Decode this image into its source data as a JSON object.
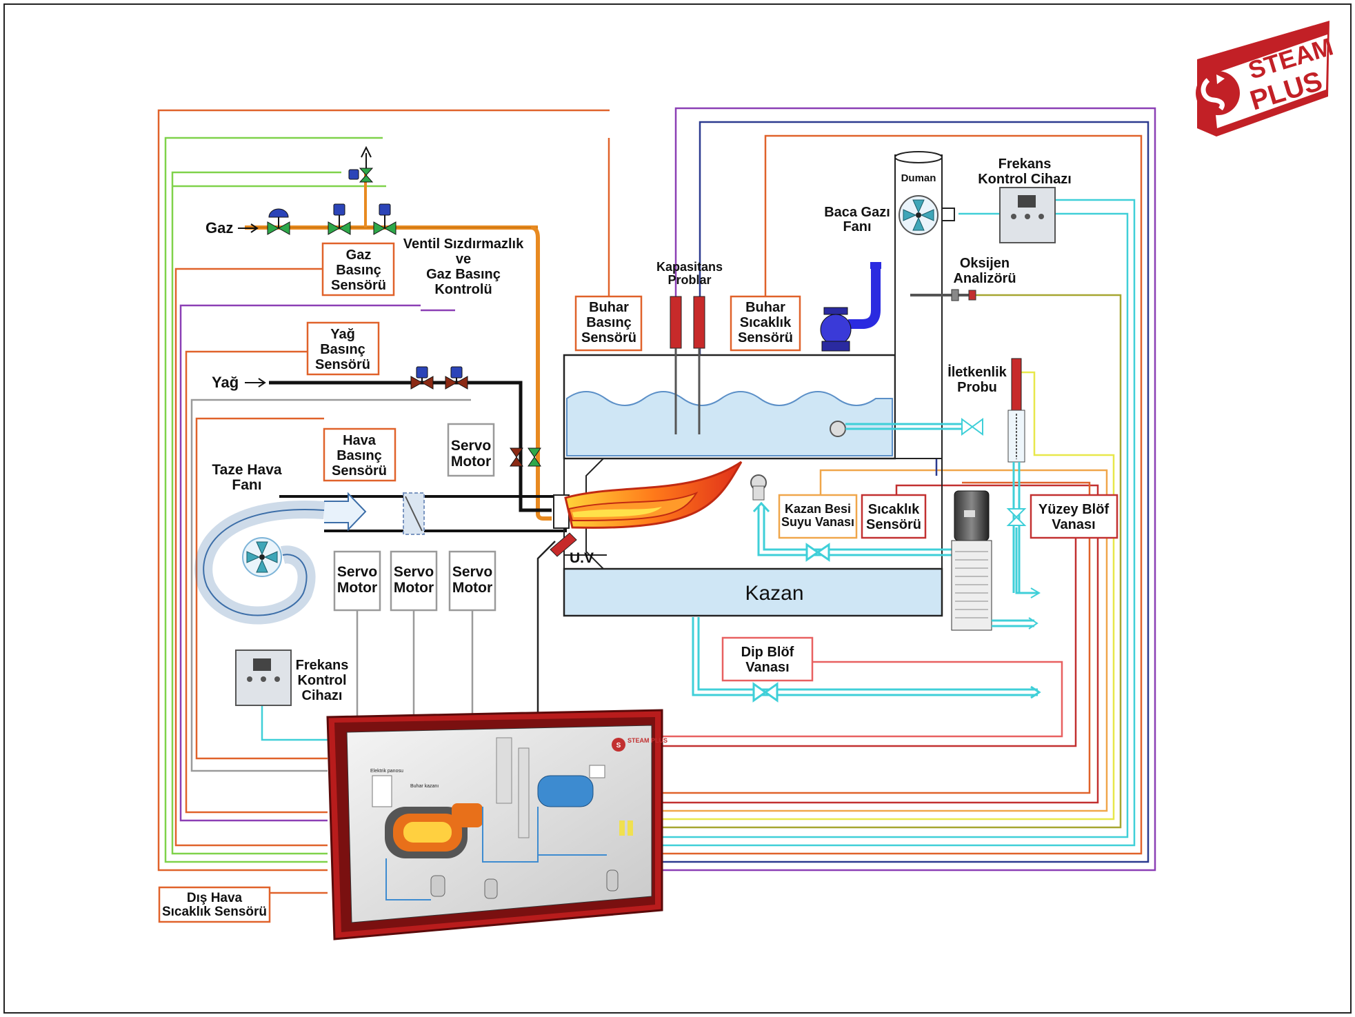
{
  "logo": {
    "line1": "STEAM",
    "line2": "PLUS"
  },
  "labels": {
    "gaz": "Gaz",
    "yag": "Yağ",
    "gaz_basinc": [
      "Gaz",
      "Basınç",
      "Sensörü"
    ],
    "ventil": [
      "Ventil Sızdırmazlık",
      "ve",
      "Gaz Basınç",
      "Kontrolü"
    ],
    "yag_basinc": [
      "Yağ",
      "Basınç",
      "Sensörü"
    ],
    "hava_basinc": [
      "Hava",
      "Basınç",
      "Sensörü"
    ],
    "servo_motor": [
      "Servo",
      "Motor"
    ],
    "taze_hava": [
      "Taze Hava",
      "Fanı"
    ],
    "buhar_basinc": [
      "Buhar",
      "Basınç",
      "Sensörü"
    ],
    "kapasitans": [
      "Kapasitans",
      "Problar"
    ],
    "buhar_sicaklik": [
      "Buhar",
      "Sıcaklık",
      "Sensörü"
    ],
    "baca_gazi": [
      "Baca Gazı",
      "Fanı"
    ],
    "duman": "Duman",
    "frekans": [
      "Frekans",
      "Kontrol Cihazı"
    ],
    "frekans_left": [
      "Frekans",
      "Kontrol",
      "Cihazı"
    ],
    "oksijen": [
      "Oksijen",
      "Analizörü"
    ],
    "iletkenlik": [
      "İletkenlik",
      "Probu"
    ],
    "kazan_besi": [
      "Kazan Besi",
      "Suyu Vanası"
    ],
    "sicaklik": [
      "Sıcaklık",
      "Sensörü"
    ],
    "yuzey_blof": [
      "Yüzey Blöf",
      "Vanası"
    ],
    "uv": "U.V",
    "kazan": "Kazan",
    "dip_blof": [
      "Dip Blöf",
      "Vanası"
    ],
    "dis_hava": [
      "Dış Hava",
      "Sıcaklık Sensörü"
    ]
  },
  "panel": {
    "logo": "STEAM PLUS",
    "electric_panel": "Elektrik panosu",
    "steam_boiler": "Buhar kazanı"
  },
  "colors": {
    "orange_line": "#e0622a",
    "green_line": "#7fd24a",
    "purple_line": "#8b3fb5",
    "navy_line": "#2b3a8f",
    "cyan_line": "#3fcfd8",
    "gray_line": "#9a9a9a",
    "yellow_line": "#e8e84a",
    "red_line": "#c23030",
    "gas_pipe": "#e88a20",
    "water": "#cfe6f5",
    "panel_red": "#b81c1c"
  }
}
